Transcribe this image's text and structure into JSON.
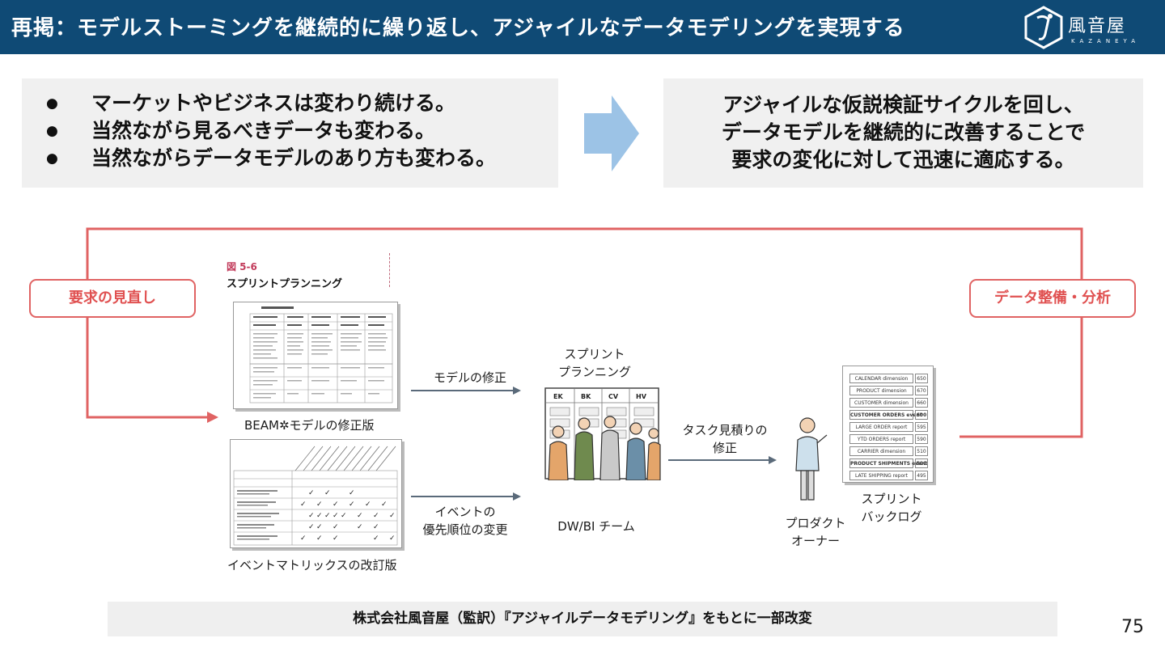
{
  "header": {
    "title": "再掲：モデルストーミングを継続的に繰り返し、アジャイルなデータモデリングを実現する",
    "logo_text": "風音屋",
    "logo_sub": "KAZANEYA"
  },
  "left_box": {
    "bullets": [
      "マーケットやビジネスは変わり続ける。",
      "当然ながら見るべきデータも変わる。",
      "当然ながらデータモデルのあり方も変わる。"
    ]
  },
  "right_box": {
    "lines": [
      "アジャイルな仮説検証サイクルを回し、",
      "データモデルを継続的に改善することで",
      "要求の変化に対して迅速に適応する。"
    ]
  },
  "loop": {
    "left_label": "要求の見直し",
    "right_label": "データ整備・分析"
  },
  "figure": {
    "number": "図 5-6",
    "title": "スプリントプランニング",
    "beam_caption": "BEAM✲モデルの修正版",
    "event_caption": "イベントマトリックスの改訂版",
    "model_fix": "モデルの修正",
    "event_priority_1": "イベントの",
    "event_priority_2": "優先順位の変更",
    "sprint_planning_1": "スプリント",
    "sprint_planning_2": "プランニング",
    "team": "DW/BI チーム",
    "task_estimate_1": "タスク見積りの",
    "task_estimate_2": "修正",
    "product_owner_1": "プロダクト",
    "product_owner_2": "オーナー",
    "backlog_1": "スプリント",
    "backlog_2": "バックログ",
    "board_cols": [
      "EK",
      "BK",
      "CV",
      "HV"
    ],
    "backlog_items": [
      {
        "name": "CALENDAR dimension",
        "value": "650",
        "bold": false
      },
      {
        "name": "PRODUCT dimension",
        "value": "670",
        "bold": false
      },
      {
        "name": "CUSTOMER dimension",
        "value": "660",
        "bold": false
      },
      {
        "name": "CUSTOMER ORDERS event",
        "value": "600",
        "bold": true
      },
      {
        "name": "LARGE ORDER report",
        "value": "595",
        "bold": false
      },
      {
        "name": "YTD ORDERS report",
        "value": "590",
        "bold": false
      },
      {
        "name": "CARRIER dimension",
        "value": "510",
        "bold": false
      },
      {
        "name": "PRODUCT SHIPMENTS event",
        "value": "500",
        "bold": true
      },
      {
        "name": "LATE SHIPPING report",
        "value": "495",
        "bold": false
      }
    ]
  },
  "footer": "株式会社風音屋（監訳）『アジャイルデータモデリング』をもとに一部改変",
  "page_number": "75",
  "colors": {
    "header_bg": "#0f4a75",
    "accent_red": "#e06363",
    "arrow_blue": "#9cc3e6",
    "panel_gray": "#f0f0f0"
  }
}
